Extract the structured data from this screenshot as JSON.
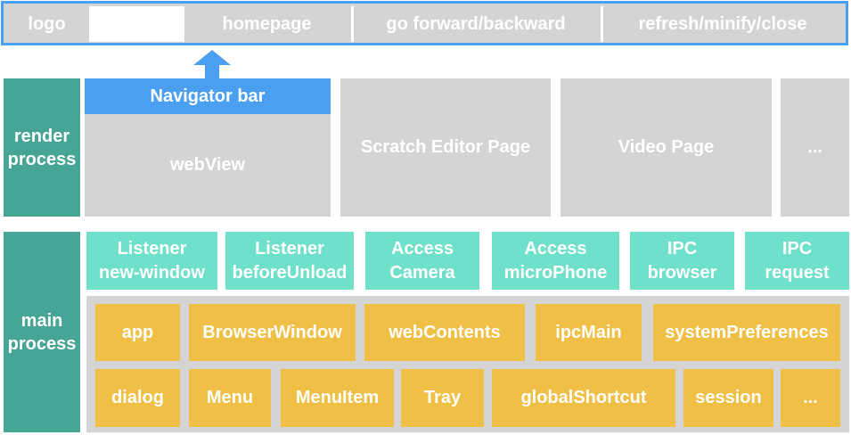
{
  "top_bar": {
    "logo": "logo",
    "homepage": "homepage",
    "navigation": "go forward/backward",
    "window_controls": "refresh/minify/close"
  },
  "render_process": {
    "label": "render\nprocess",
    "navigator_bar": "Navigator bar",
    "webview": "webView",
    "scratch_editor": "Scratch Editor Page",
    "video_page": "Video Page",
    "more": "..."
  },
  "main_process": {
    "label": "main\nprocess",
    "listeners": [
      "Listener\nnew-window",
      "Listener\nbeforeUnload",
      "Access\nCamera",
      "Access\nmicroPhone",
      "IPC\nbrowser",
      "IPC\nrequest"
    ],
    "modules_row1": [
      "app",
      "BrowserWindow",
      "webContents",
      "ipcMain",
      "systemPreferences"
    ],
    "modules_row2": [
      "dialog",
      "Menu",
      "MenuItem",
      "Tray",
      "globalShortcut",
      "session",
      "..."
    ]
  },
  "colors": {
    "accent_blue": "#4a9ff0",
    "process_teal": "#47a595",
    "listener_mint": "#6fe0c9",
    "module_gold": "#f0bf45",
    "container_gray": "#d4d4d4"
  }
}
